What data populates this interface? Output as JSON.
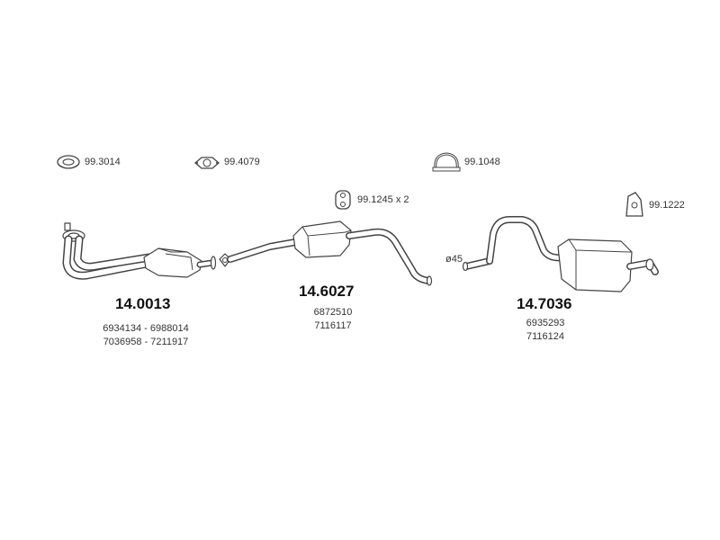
{
  "accessories": {
    "clamp_ring": "99.3014",
    "gasket": "99.4079",
    "u_clamp": "99.1048",
    "rubber_mount_pair": "99.1245 x 2",
    "rubber_mount": "99.1222"
  },
  "pipe_diameter": "ø45",
  "sections": [
    {
      "part_number": "14.0013",
      "oe_refs": [
        "6934134 - 6988014",
        "7036958 - 7211917"
      ]
    },
    {
      "part_number": "14.6027",
      "oe_refs": [
        "6872510",
        "7116117"
      ]
    },
    {
      "part_number": "14.7036",
      "oe_refs": [
        "6935293",
        "7116124"
      ]
    }
  ]
}
